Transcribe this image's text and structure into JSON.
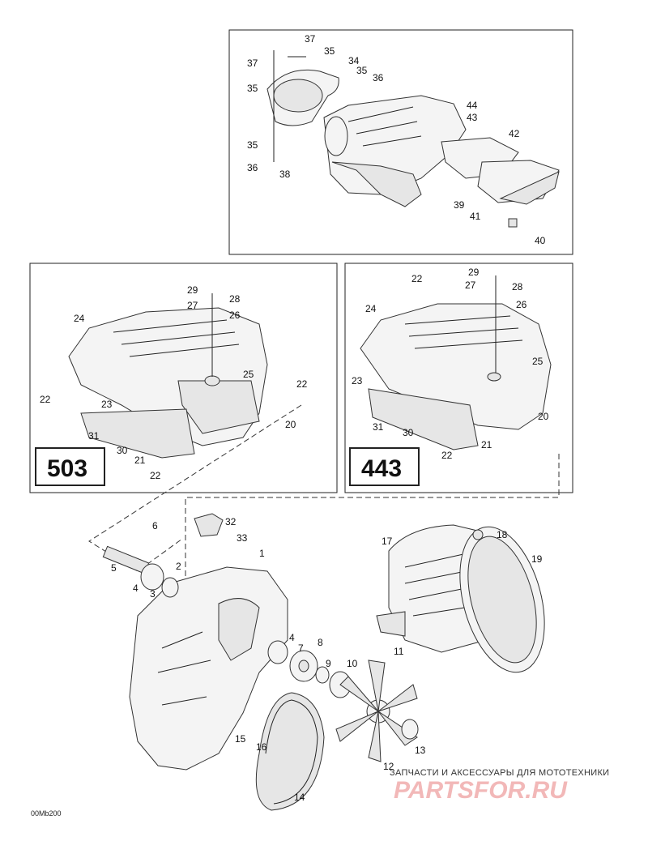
{
  "boxes": {
    "left_label": "503",
    "right_label": "443"
  },
  "callouts": {
    "top": [
      "37",
      "37",
      "35",
      "34",
      "35",
      "36",
      "35",
      "35",
      "36",
      "38",
      "44",
      "43",
      "42",
      "39",
      "41",
      "40"
    ],
    "left": [
      "29",
      "28",
      "27",
      "26",
      "24",
      "25",
      "22",
      "22",
      "23",
      "31",
      "30",
      "21",
      "20",
      "22"
    ],
    "right": [
      "22",
      "29",
      "27",
      "28",
      "26",
      "24",
      "25",
      "23",
      "31",
      "30",
      "21",
      "22",
      "20"
    ],
    "bottom": [
      "6",
      "32",
      "33",
      "5",
      "2",
      "4",
      "3",
      "1",
      "17",
      "18",
      "19",
      "4",
      "7",
      "8",
      "9",
      "10",
      "11",
      "13",
      "12",
      "15",
      "16",
      "14"
    ]
  },
  "drawing_code": "00Mb200",
  "watermark": {
    "line1": "ЗАПЧАСТИ И АКСЕССУАРЫ ДЛЯ МОТОТЕХНИКИ",
    "line2": "PARTSFOR.RU"
  }
}
